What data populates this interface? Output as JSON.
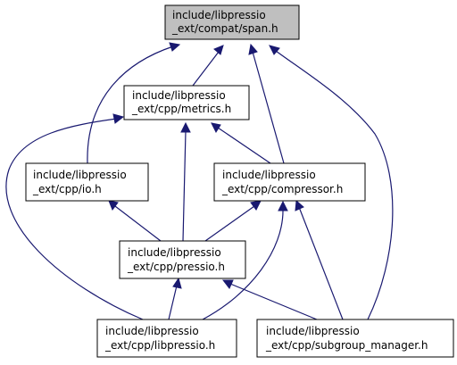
{
  "colors": {
    "edge": "#191970",
    "focused_node_fill": "#bfbfbf",
    "node_fill": "#ffffff",
    "node_border": "#000000"
  },
  "nodes": {
    "span": {
      "line1": "include/libpressio",
      "line2": "_ext/compat/span.h",
      "focused": true
    },
    "metrics": {
      "line1": "include/libpressio",
      "line2": "_ext/cpp/metrics.h"
    },
    "io": {
      "line1": "include/libpressio",
      "line2": "_ext/cpp/io.h"
    },
    "compressor": {
      "line1": "include/libpressio",
      "line2": "_ext/cpp/compressor.h"
    },
    "pressio": {
      "line1": "include/libpressio",
      "line2": "_ext/cpp/pressio.h"
    },
    "libpressio": {
      "line1": "include/libpressio",
      "line2": "_ext/cpp/libpressio.h"
    },
    "subgroup_manager": {
      "line1": "include/libpressio",
      "line2": "_ext/cpp/subgroup_manager.h"
    }
  },
  "edges": [
    {
      "from": "metrics",
      "to": "span"
    },
    {
      "from": "io",
      "to": "span"
    },
    {
      "from": "compressor",
      "to": "span"
    },
    {
      "from": "subgroup_manager",
      "to": "span"
    },
    {
      "from": "compressor",
      "to": "metrics"
    },
    {
      "from": "pressio",
      "to": "metrics"
    },
    {
      "from": "libpressio",
      "to": "metrics"
    },
    {
      "from": "pressio",
      "to": "io"
    },
    {
      "from": "pressio",
      "to": "compressor"
    },
    {
      "from": "libpressio",
      "to": "compressor"
    },
    {
      "from": "subgroup_manager",
      "to": "compressor"
    },
    {
      "from": "libpressio",
      "to": "pressio"
    },
    {
      "from": "subgroup_manager",
      "to": "pressio"
    }
  ]
}
